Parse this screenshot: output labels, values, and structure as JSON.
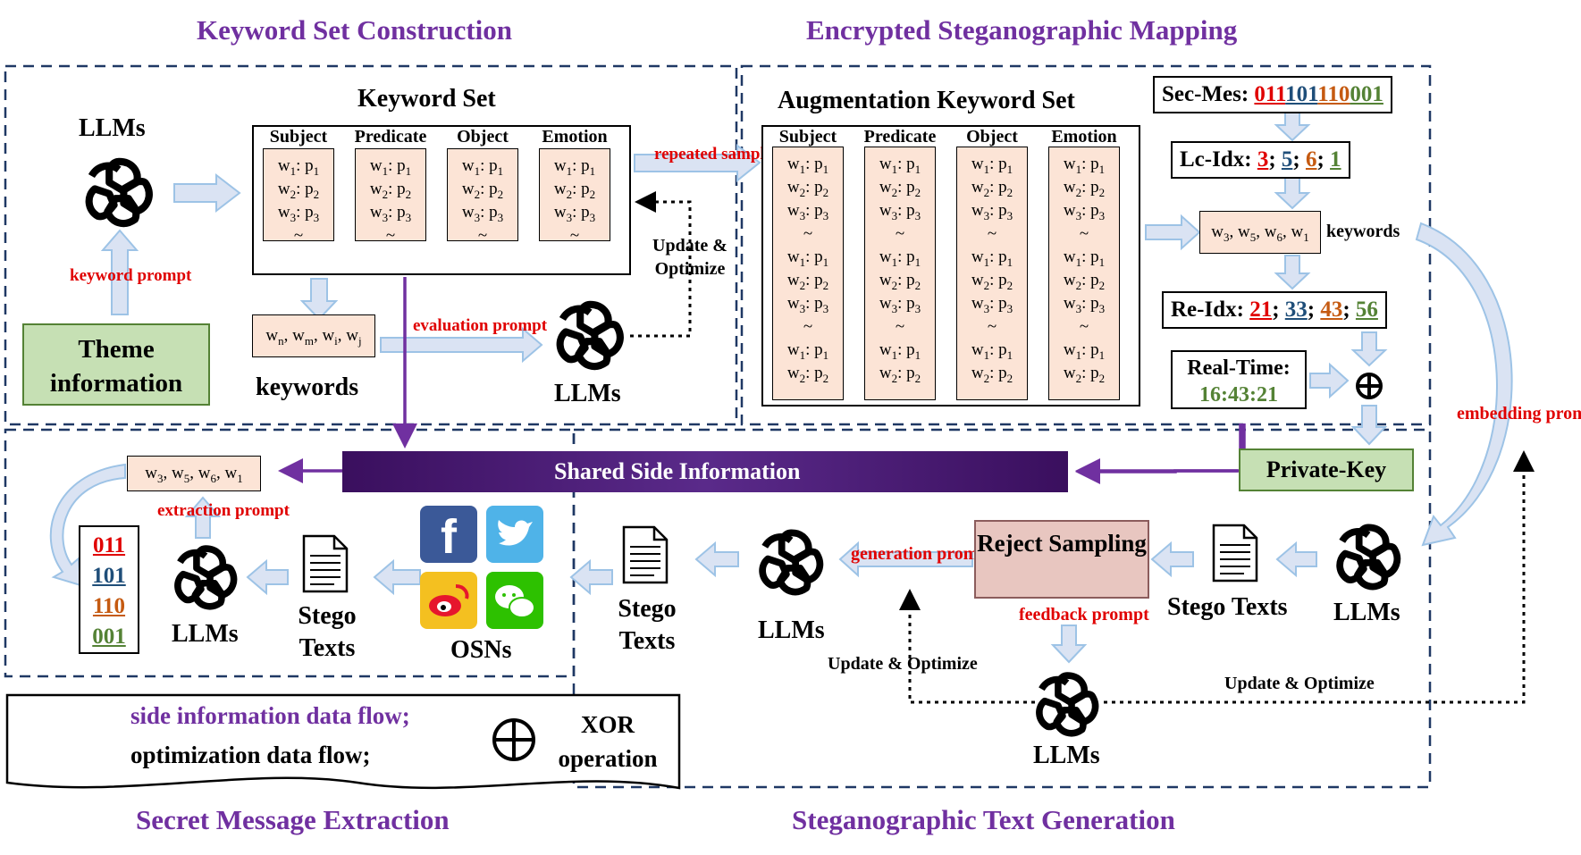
{
  "sections": {
    "kw_construction": "Keyword Set Construction",
    "encrypted_mapping": "Encrypted Steganographic Mapping",
    "extraction": "Secret Message Extraction",
    "generation": "Steganographic Text Generation"
  },
  "keyword_set": {
    "title": "Keyword Set",
    "columns": [
      "Subject",
      "Predicate",
      "Object",
      "Emotion"
    ],
    "rows": [
      "w1: p1",
      "w2: p2",
      "w3: p3",
      "~"
    ]
  },
  "aug_set": {
    "title": "Augmentation Keyword Set",
    "columns": [
      "Subject",
      "Predicate",
      "Object",
      "Emotion"
    ],
    "rows": [
      "w1: p1",
      "w2: p2",
      "w3: p3",
      "~",
      "w1: p1",
      "w2: p2",
      "w3: p3",
      "~",
      "w1: p1",
      "w2: p2"
    ]
  },
  "labels": {
    "llms": "LLMs",
    "theme": "Theme information",
    "keywords": "keywords",
    "keyword_prompt": "keyword prompt",
    "evaluation_prompt": "evaluation prompt",
    "repeated_sampling": "repeated sampling",
    "update_optimize": "Update & Optimize",
    "kw_list": "wn, wm, wi, wj",
    "sec_mes_label": "Sec-Mes:",
    "lc_idx_label": "Lc-Idx:",
    "re_idx_label": "Re-Idx:",
    "sel_keywords": "w3, w5, w6, w1",
    "keywords_small": "keywords",
    "real_time_label": "Real-Time:",
    "real_time_value": "16:43:21",
    "embedding_prompt": "embedding prompt",
    "private_key": "Private-Key",
    "shared_side": "Shared Side Information",
    "extraction_prompt": "extraction prompt",
    "generation_prompt": "generation prompt",
    "feedback_prompt": "feedback prompt",
    "reject_sampling": "Reject Sampling",
    "stego_texts": "Stego Texts",
    "osns": "OSNs",
    "update_optimize_inline": "Update & Optimize",
    "xor": "XOR operation",
    "legend_side": "side information data flow;",
    "legend_opt": "optimization data flow;"
  },
  "sec_mes": [
    "011",
    "101",
    "110",
    "001"
  ],
  "lc_idx": [
    "3",
    "5",
    "6",
    "1"
  ],
  "re_idx": [
    "21",
    "33",
    "43",
    "56"
  ],
  "bits": [
    "011",
    "101",
    "110",
    "001"
  ],
  "colors": {
    "purple": "#7030a0",
    "red": "#e00000",
    "blue": "#1f4e79",
    "orange": "#c55a11",
    "green": "#548235",
    "cell": "#fce4d6",
    "theme": "#c6e0b4"
  }
}
